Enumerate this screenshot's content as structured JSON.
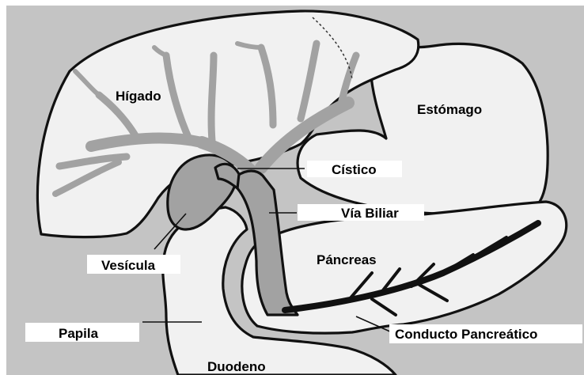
{
  "diagram": {
    "colors": {
      "background_gray": "#c4c4c4",
      "organ_fill": "#f1f1f1",
      "duct_fill": "#a2a2a2",
      "outline": "#111111",
      "label_box": "#ffffff"
    },
    "organs": {
      "liver": "Hígado",
      "stomach": "Estómago",
      "gallbladder": "Vesícula",
      "pancreas": "Páncreas",
      "duodenum": "Duodeno",
      "papilla": "Papila"
    },
    "ducts": {
      "cystic": "Cístico",
      "bile_duct": "Vía Biliar",
      "pancreatic_duct": "Conducto Pancreático"
    }
  }
}
